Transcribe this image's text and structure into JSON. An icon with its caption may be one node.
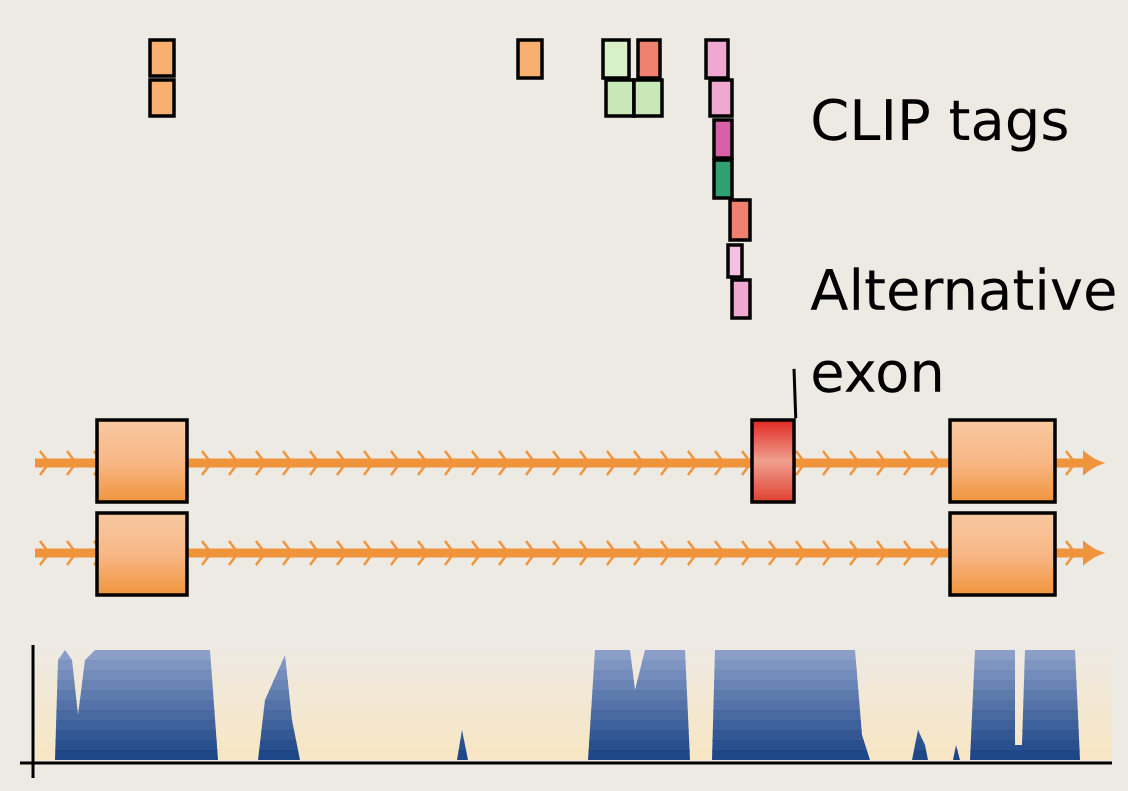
{
  "diagram": {
    "nodes": [
      {
        "text": [
          "Alternative exon"
        ]
      },
      {
        "text": [],
        "shape": "box"
      }
    ],
    "edges": [
      {
        "from": 0,
        "to": 1,
        "arrow": "none"
      }
    ],
    "labels": [
      "CLIP tags"
    ]
  }
}
